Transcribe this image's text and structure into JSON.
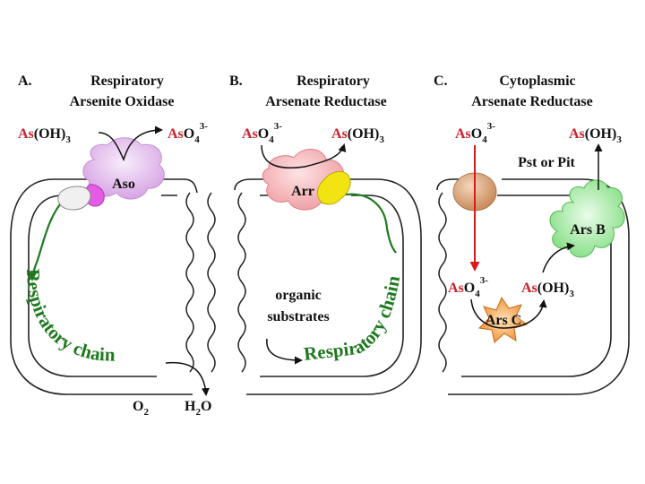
{
  "panels": {
    "a": {
      "letter": "A.",
      "title_line1": "Respiratory",
      "title_line2": "Arsenite Oxidase"
    },
    "b": {
      "letter": "B.",
      "title_line1": "Respiratory",
      "title_line2": "Arsenate Reductase"
    },
    "c": {
      "letter": "C.",
      "title_line1": "Cytoplasmic",
      "title_line2": "Arsenate Reductase"
    }
  },
  "labels": {
    "as": "As",
    "oh3": "(OH)",
    "three": "3",
    "o4": "O",
    "four": "4",
    "charge": "3-",
    "aso": "Aso",
    "arr": "Arr",
    "pst_pit": "Pst or Pit",
    "ars_b": "Ars B",
    "ars_c": "Ars C",
    "organic": "organic",
    "substrates": "substrates",
    "o2_o": "O",
    "o2_2": "2",
    "h2o_h": "H",
    "h2o_2": "2",
    "h2o_o": "O"
  },
  "chain_labels": {
    "a_curve": "Respiratory chain",
    "b_curve": "Respiratory chain"
  },
  "colors": {
    "arsenic_red": "#c8232c",
    "chain_green": "#1f7a1f",
    "aso_purple": "#e7c5ef",
    "arr_pink": "#f7c3c6",
    "arr_yellow": "#f2e313",
    "pst_tan": "#ddb08a",
    "arsb_green": "#9fe79f",
    "arsc_orange": "#f59a3a",
    "red_arrow": "#d91b1b"
  }
}
